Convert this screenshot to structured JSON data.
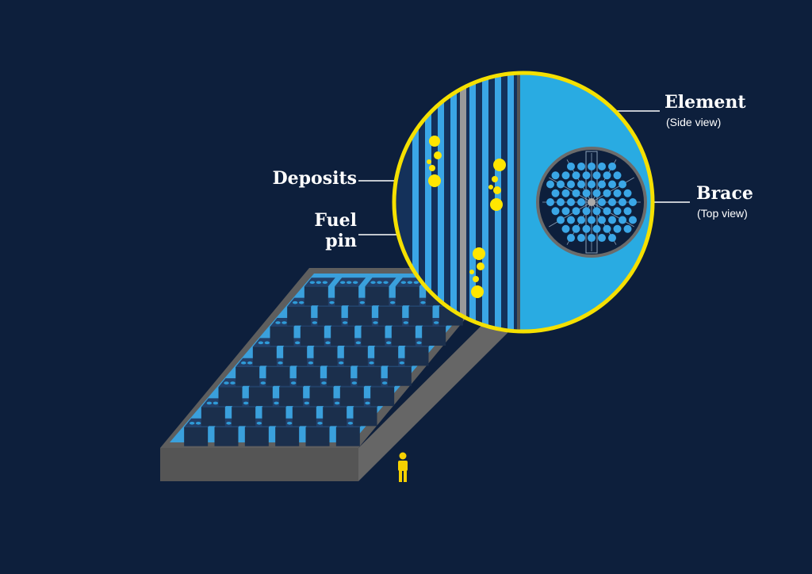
{
  "labels": {
    "element": "Element",
    "element_sub": "(Side view)",
    "brace": "Brace",
    "brace_sub": "(Top view)",
    "deposits": "Deposits",
    "fuel_pin_line1": "Fuel",
    "fuel_pin_line2": "pin"
  },
  "colors": {
    "background": "#0d1f3c",
    "water": "#3aa0dc",
    "light_blue": "#29abe2",
    "pool_wall": "#5a5a5a",
    "pin_dark": "#1b3558",
    "highlight_yellow": "#f5e000",
    "deposit_yellow": "#ffe600",
    "brace_ring": "#6b6b6b",
    "grey_rod": "#9a9a9a"
  },
  "icons": {
    "person": "person-icon"
  }
}
